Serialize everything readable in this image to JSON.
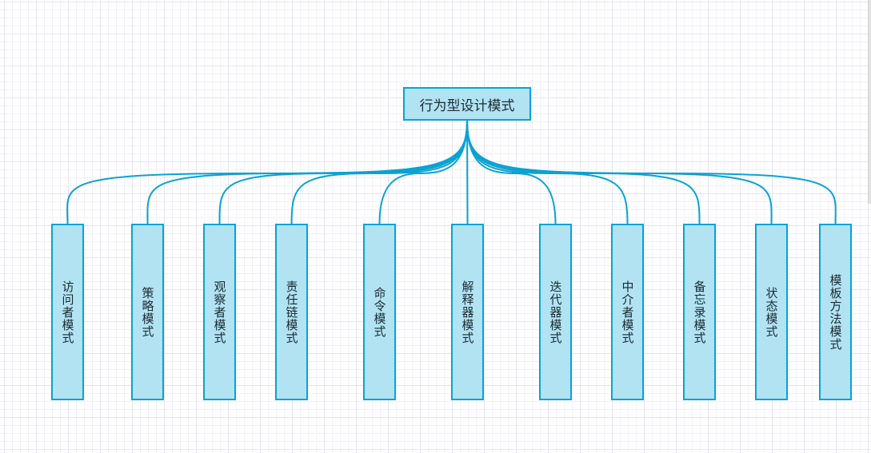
{
  "diagram": {
    "type": "tree",
    "colors": {
      "node_fill": "#b1e3f3",
      "node_border": "#0aa2d4",
      "edge": "#0aa2d4",
      "text": "#1c2b33"
    },
    "root": {
      "label": "行为型设计模式"
    },
    "children": [
      {
        "label": "访问者模式"
      },
      {
        "label": "策略模式"
      },
      {
        "label": "观察者模式"
      },
      {
        "label": "责任链模式"
      },
      {
        "label": "命令模式"
      },
      {
        "label": "解释器模式"
      },
      {
        "label": "迭代器模式"
      },
      {
        "label": "中介者模式"
      },
      {
        "label": "备忘录模式"
      },
      {
        "label": "状态模式"
      },
      {
        "label": "模板方法模式"
      }
    ]
  }
}
